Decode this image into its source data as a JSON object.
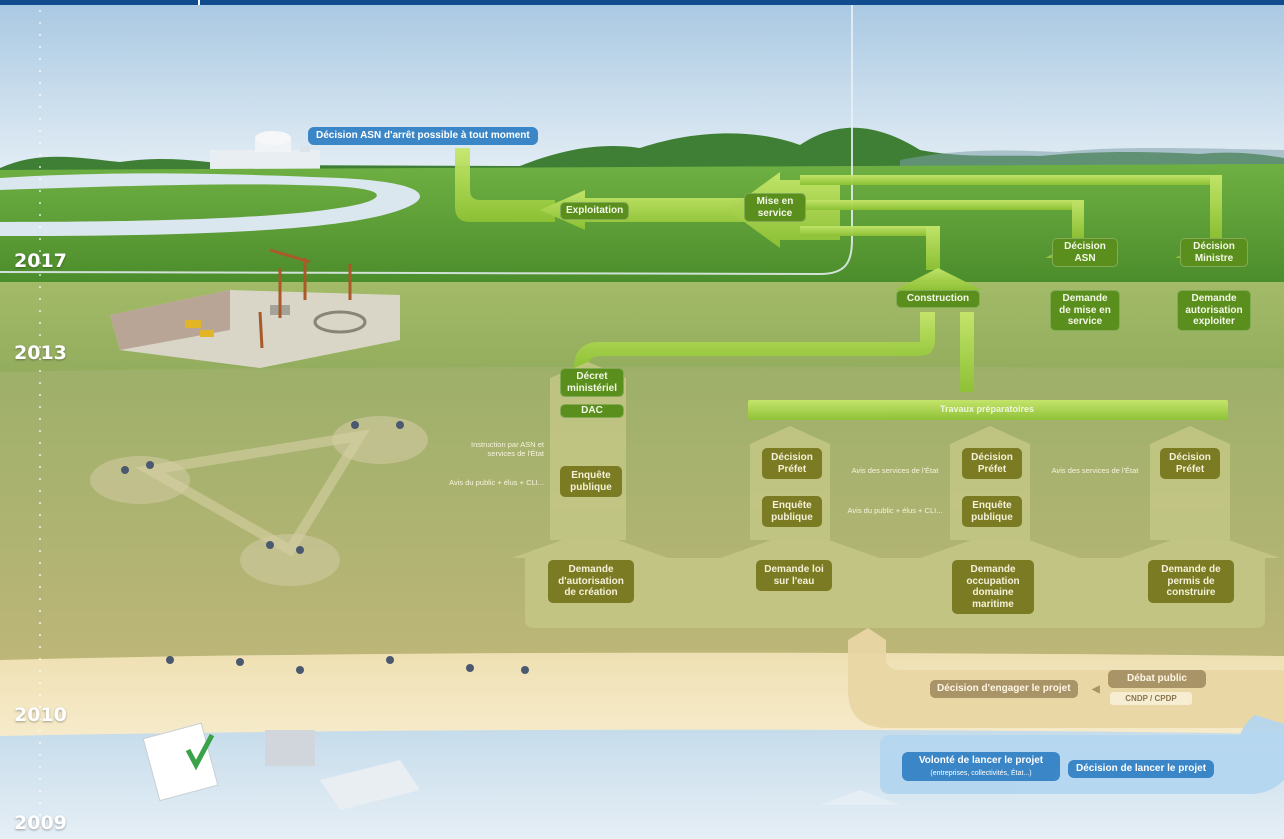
{
  "years": {
    "y2017": "2017",
    "y2013": "2013",
    "y2010": "2010",
    "y2009": "2009"
  },
  "top_banner": "Décision ASN d'arrêt possible à tout moment",
  "operation": {
    "exploitation": "Exploitation",
    "mise_en_service": "Mise en service",
    "decision_asn": "Décision ASN",
    "decision_ministre": "Décision Ministre",
    "demande_mise_en_service": "Demande de mise en service",
    "demande_autorisation_exploiter": "Demande autorisation exploiter",
    "construction": "Construction"
  },
  "authorisation": {
    "decret": "Décret ministériel",
    "dac": "DAC",
    "travaux": "Travaux préparatoires",
    "instruction": "Instruction par ASN et services de l'État",
    "avis_public_creation": "Avis du public + élus + CLI...",
    "enquete_publique": "Enquête publique",
    "decision_prefet": "Décision Préfet",
    "avis_services": "Avis des services de l'État",
    "avis_public": "Avis du public + élus + CLI..."
  },
  "demands": {
    "creation": "Demande d'autorisation de création",
    "eau": "Demande loi sur l'eau",
    "maritime": "Demande occupation domaine maritime",
    "permis": "Demande de permis de construire"
  },
  "engagement": {
    "decision_engager": "Décision d'engager le projet",
    "debat_public": "Débat public",
    "cndp": "CNDP / CPDP"
  },
  "launch": {
    "volonte": "Volonté de lancer le projet",
    "volonte_sub": "(entreprises, collectivités, État...)",
    "decision_lancer": "Décision de lancer le projet"
  },
  "colors": {
    "sky": "#c9deee",
    "grass": "#5fa03a",
    "upper_field": "#9bb660",
    "lower_field": "#a7a86a",
    "sand": "#f1e2b6",
    "ice": "#d7e6f1",
    "arrow_green": "#a4d24a",
    "box_green": "#5a8f1e",
    "box_olive": "#7b7b23",
    "asn_blue": "#3a86c6",
    "header_blue": "#114c8e"
  }
}
